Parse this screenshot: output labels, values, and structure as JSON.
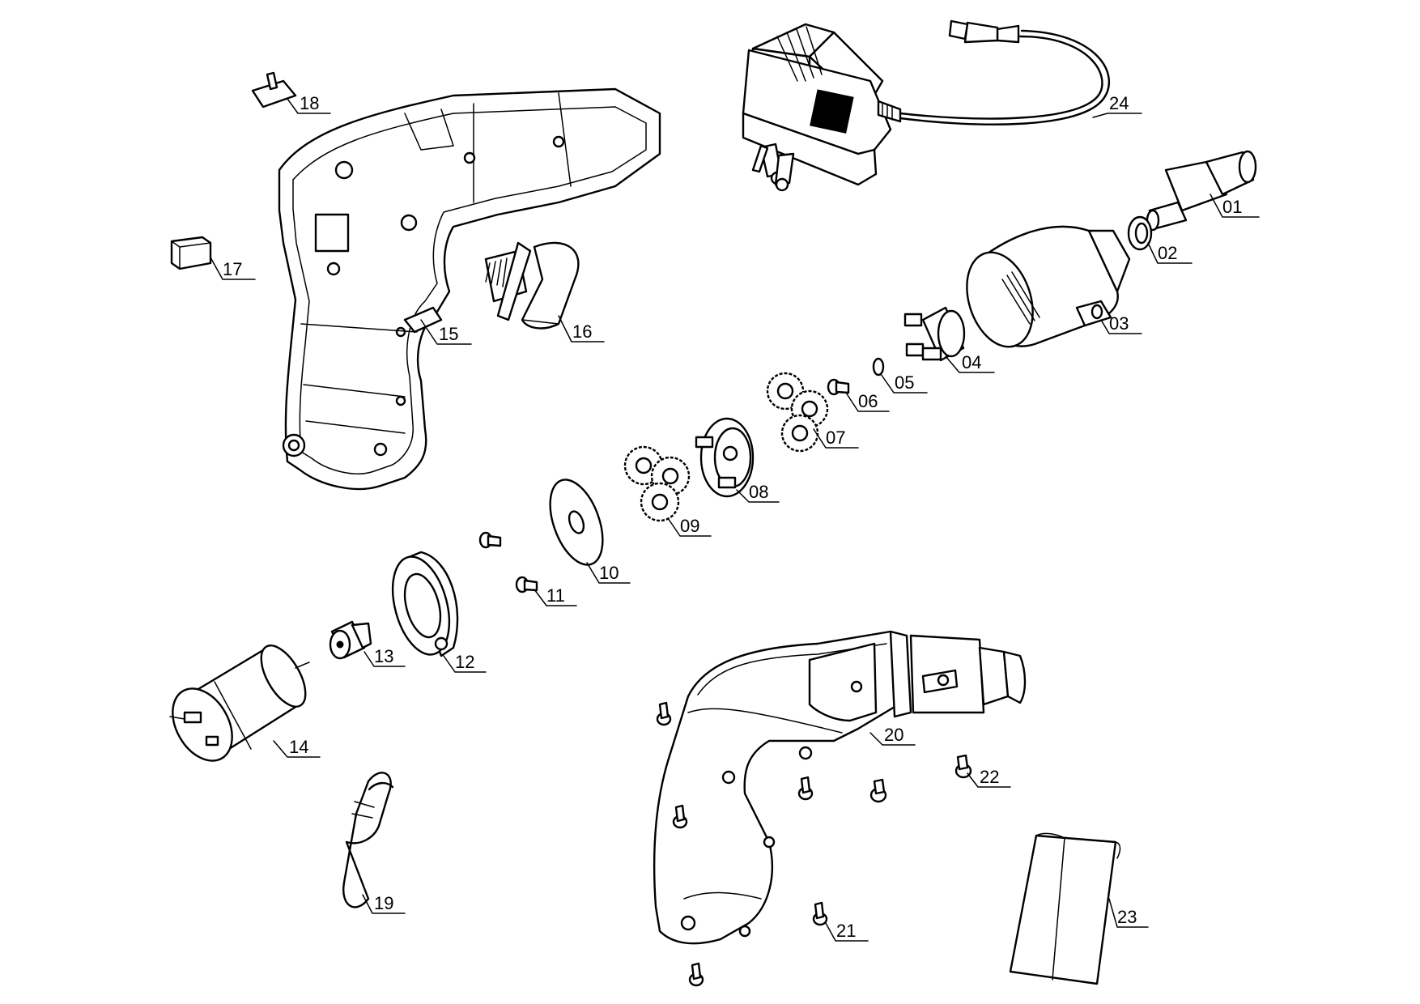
{
  "diagram": {
    "part_labels": [
      "01",
      "02",
      "03",
      "04",
      "05",
      "06",
      "07",
      "08",
      "09",
      "10",
      "11",
      "12",
      "13",
      "14",
      "15",
      "16",
      "17",
      "18",
      "19",
      "20",
      "21",
      "22",
      "23",
      "24"
    ]
  }
}
